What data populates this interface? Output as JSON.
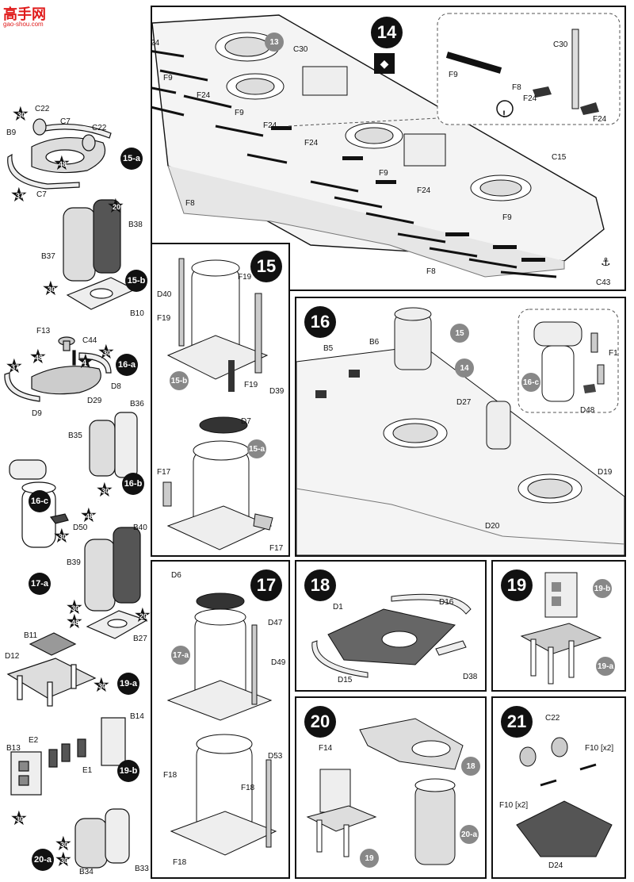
{
  "watermark": {
    "title": "高手网",
    "url": "gao-shou.com"
  },
  "steps": {
    "s14": "14",
    "s15": "15",
    "s16": "16",
    "s17": "17",
    "s18": "18",
    "s19": "19",
    "s20": "20",
    "s21": "21"
  },
  "left_column": {
    "subassemblies": [
      "15-a",
      "15-b",
      "16-a",
      "16-b",
      "16-c",
      "17-a",
      "19-a",
      "19-b",
      "20-a"
    ],
    "parts": {
      "c22a": "C22",
      "c22b": "C22",
      "c7a": "C7",
      "c7b": "C7",
      "b9": "B9",
      "b38": "B38",
      "b37": "B37",
      "b10": "B10",
      "f13": "F13",
      "c44": "C44",
      "d8": "D8",
      "d29": "D29",
      "d9": "D9",
      "b36": "B36",
      "b35": "B35",
      "d50": "D50",
      "b40": "B40",
      "b39": "B39",
      "b27": "B27",
      "b11": "B11",
      "d12": "D12",
      "b14": "B14",
      "b13": "B13",
      "e2": "E2",
      "e1": "E1",
      "b33": "B33",
      "b34": "B34"
    },
    "paint": {
      "p30": "30",
      "p48": "48",
      "p37": "37",
      "p20": "20",
      "p4": "4"
    }
  },
  "step14": {
    "ref13": "13",
    "parts": {
      "c30a": "C30",
      "f24a": "F24",
      "f8a": "F8",
      "f9a": "F9",
      "f24b": "F24",
      "f9b": "F9",
      "f24c": "F24",
      "f24d": "F24",
      "f8b": "F8",
      "f9c": "F9",
      "f24e": "F24",
      "c15": "C15",
      "f9d": "F9",
      "f8c": "F8",
      "c43": "C43"
    },
    "inset": {
      "f9": "F9",
      "c30": "C30",
      "f8": "F8",
      "f24a": "F24",
      "f24b": "F24",
      "warn": "!"
    }
  },
  "step15": {
    "parts": {
      "d40": "D40",
      "f19a": "F19",
      "f19b": "F19",
      "f19c": "F19",
      "d39": "D39",
      "d7": "D7",
      "f17a": "F17",
      "f17b": "F17"
    },
    "sub_a": "15-a",
    "sub_b": "15-b"
  },
  "step16": {
    "refs": {
      "r15": "15",
      "r14": "14"
    },
    "parts": {
      "b5": "B5",
      "b6": "B6",
      "d27": "D27",
      "d19": "D19",
      "d20": "D20",
      "f1": "F1",
      "d48": "D48"
    },
    "sub_c": "16-c"
  },
  "step17": {
    "parts": {
      "d6": "D6",
      "d47": "D47",
      "d49": "D49",
      "d53": "D53",
      "f18a": "F18",
      "f18b": "F18",
      "f18c": "F18"
    },
    "sub_a": "17-a"
  },
  "step18": {
    "parts": {
      "d1": "D1",
      "d16": "D16",
      "d15": "D15",
      "d38": "D38"
    }
  },
  "step19": {
    "sub_a": "19-a",
    "sub_b": "19-b"
  },
  "step20": {
    "parts": {
      "f14": "F14"
    },
    "ref18": "18",
    "ref19": "19",
    "sub_a": "20-a"
  },
  "step21": {
    "parts": {
      "c22": "C22",
      "f10a": "F10 [x2]",
      "f10b": "F10 [x2]",
      "d24": "D24"
    }
  }
}
